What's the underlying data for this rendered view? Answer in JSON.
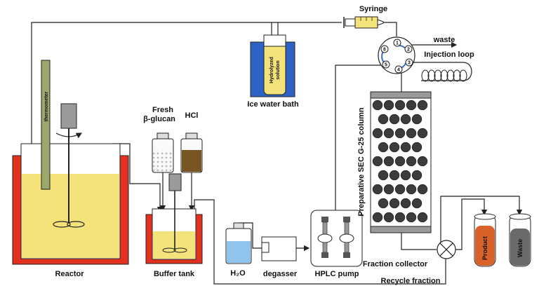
{
  "labels": {
    "reactor": "Reactor",
    "thermometer": "thermometer",
    "fresh_line1": "Fresh",
    "fresh_line2": "β-glucan",
    "hcl": "HCl",
    "buffer_tank": "Buffer tank",
    "water": "H₂O",
    "degasser": "degasser",
    "hplc_pump": "HPLC pump",
    "ice_water_bath": "Ice water bath",
    "hydrolyzed_solution_line1": "Hydrolyzed",
    "hydrolyzed_solution_line2": "solution",
    "syringe": "Syringe",
    "waste_top": "waste",
    "injection_loop": "Injection loop",
    "column": "Preparative SEC G-25 column",
    "fraction_collector": "Fraction collector",
    "recycle_fraction": "Recycle fraction",
    "product": "Product",
    "waste_bottle": "Waste",
    "valve_ports": [
      "1",
      "2",
      "3",
      "4",
      "5",
      "6"
    ]
  },
  "colors": {
    "reactor_jacket": "#e2321f",
    "liquid_yellow": "#f3e37a",
    "ice_bath_blue": "#2e62c4",
    "hcl_liquid": "#7a5524",
    "product_liquid": "#d9622a",
    "waste_liquid": "#6a6a6a",
    "water_blue": "#8fc4ee",
    "column_bead": "#3b3b3b"
  }
}
